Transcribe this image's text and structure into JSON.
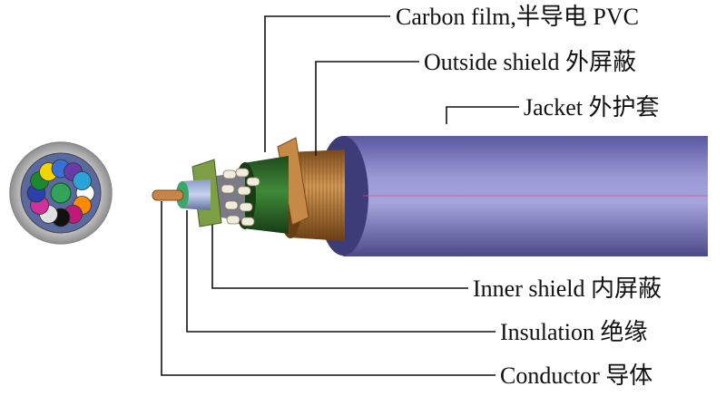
{
  "labels": {
    "carbon_film": "Carbon film,半导电 PVC",
    "outside_shield": "Outside  shield 外屏蔽",
    "jacket": "Jacket 外护套",
    "inner_shield": "Inner shield 内屏蔽",
    "insulation": "Insulation  绝缘",
    "conductor": "Conductor 导体"
  },
  "colors": {
    "jacket": "#8a88c8",
    "outside_shield": "#b8742e",
    "carbon_film": "#2f6b2a",
    "inner_shield": "#6f8e3c",
    "insulation": "#e8dcc4",
    "conductor": "#c8854a",
    "cross_section_ring": "#a9a9a9"
  },
  "core_colors": [
    "#ffffff",
    "#ff8a00",
    "#c2187a",
    "#111111",
    "#e0e0e0",
    "#d0309a",
    "#2b3fae",
    "#1a8a2e",
    "#f2d400",
    "#3a6fd8",
    "#6a3aa6",
    "#29a3d8"
  ]
}
